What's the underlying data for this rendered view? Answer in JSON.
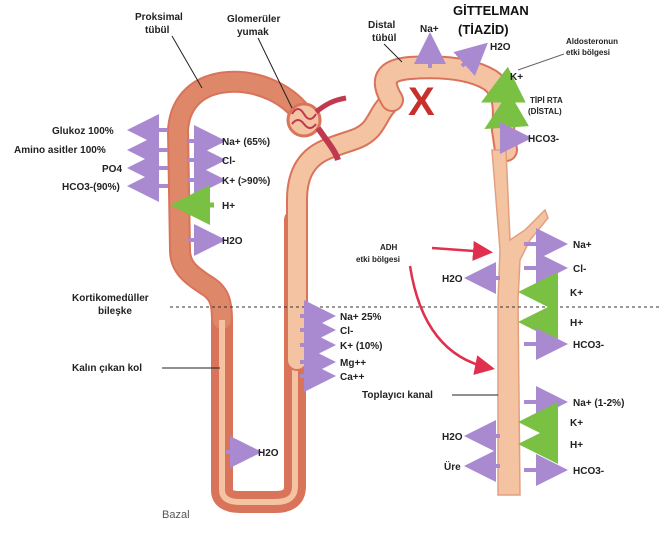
{
  "title": {
    "line1": "GİTTELMAN",
    "line2": "(TİAZİD)"
  },
  "labels": {
    "proximal_line1": "Proksimal",
    "proximal_line2": "tübül",
    "glomerular_line1": "Glomerüler",
    "glomerular_line2": "yumak",
    "distal_line1": "Distal",
    "distal_line2": "tübül",
    "aldosterone_line1": "Aldosteronun",
    "aldosterone_line2": "etki bölgesi",
    "rta_line1": "TİPİ RTA",
    "rta_line2": "(DİSTAL)",
    "corticomedullary_line1": "Kortikomedüller",
    "corticomedullary_line2": "bileşke",
    "thick_ascending": "Kalın çıkan kol",
    "adh_line1": "ADH",
    "adh_line2": "etki bölgesi",
    "collecting_duct": "Toplayıcı kanal",
    "x_mark": "X"
  },
  "proximal_left": [
    {
      "text": "Glukoz 100%"
    },
    {
      "text": "Amino asitler 100%"
    },
    {
      "text": "PO4"
    },
    {
      "text": "HCO3-(90%)"
    }
  ],
  "proximal_right": [
    {
      "text": "Na+ (65%)"
    },
    {
      "text": "Cl-"
    },
    {
      "text": "K+ (>90%)"
    },
    {
      "text": "H+"
    },
    {
      "text": "H2O"
    }
  ],
  "distal_top": [
    {
      "text": "Na+"
    },
    {
      "text": "H2O"
    },
    {
      "text": "K+"
    },
    {
      "text": "HCO3-"
    }
  ],
  "thick_ascending_ions": [
    {
      "text": "Na+ 25%"
    },
    {
      "text": "Cl-"
    },
    {
      "text": "K+ (10%)"
    },
    {
      "text": "Mg++"
    },
    {
      "text": "Ca++"
    }
  ],
  "loop_descending": {
    "text": "H2O"
  },
  "collecting_upper": [
    {
      "text": "Na+"
    },
    {
      "text": "Cl-"
    },
    {
      "text": "H2O"
    },
    {
      "text": "K+"
    },
    {
      "text": "H+"
    },
    {
      "text": "HCO3-"
    }
  ],
  "collecting_lower": [
    {
      "text": "Na+ (1-2%)"
    },
    {
      "text": "K+"
    },
    {
      "text": "H2O"
    },
    {
      "text": "H+"
    },
    {
      "text": "Üre"
    },
    {
      "text": "HCO3-"
    }
  ],
  "caption": "Bazal",
  "colors": {
    "tubule": "#f3c3a2",
    "tubule_dark": "#d9735a",
    "proximal": "#df8769",
    "arrow_purple": "#a98ad1",
    "arrow_green": "#79c043",
    "adh_red": "#e0304e",
    "x_red": "#c7302b"
  }
}
